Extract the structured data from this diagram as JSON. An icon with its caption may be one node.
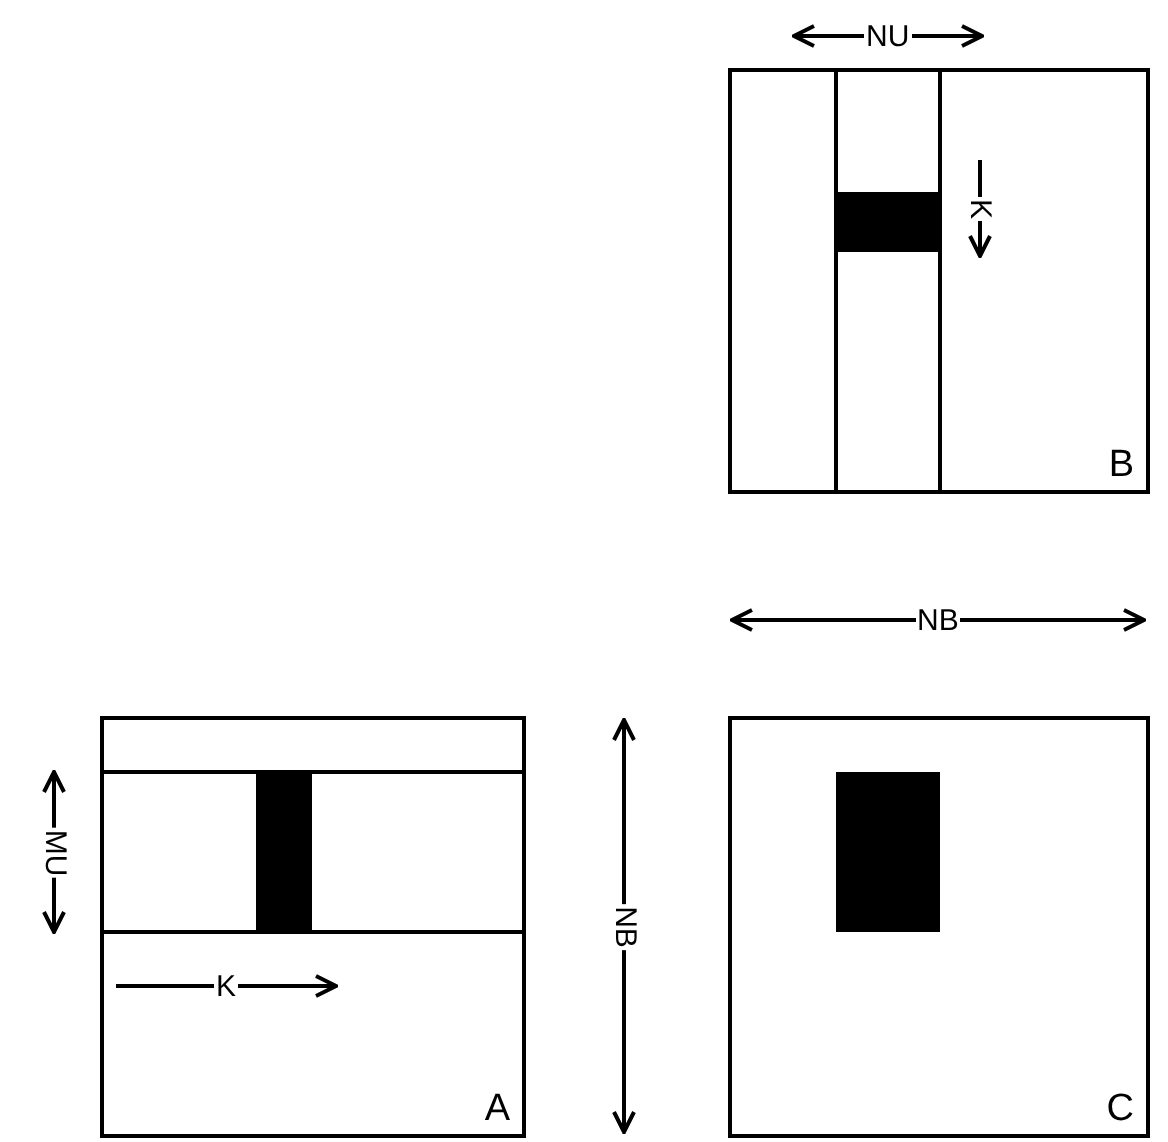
{
  "diagram": {
    "nodes": [
      {
        "text": [
          "B"
        ]
      },
      {
        "text": [],
        "shape": "bar",
        "in": 0
      },
      {
        "text": [
          "A"
        ]
      },
      {
        "text": [],
        "shape": "bar",
        "in": 2
      },
      {
        "text": [
          "C"
        ]
      },
      {
        "text": [],
        "shape": "bar",
        "in": 4
      }
    ],
    "labels": [
      "NU",
      "K",
      "NB",
      "MU",
      "K",
      "NB"
    ]
  }
}
